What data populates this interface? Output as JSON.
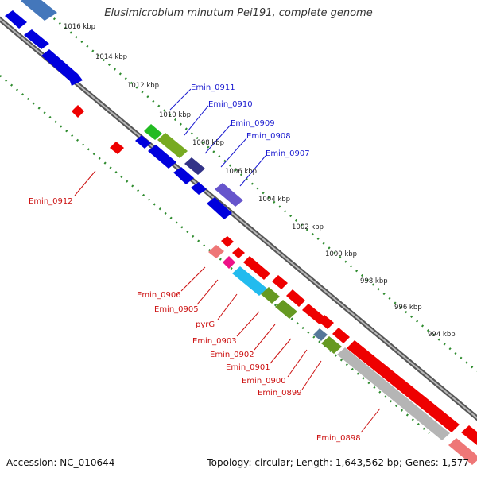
{
  "header": {
    "title": "Elusimicrobium minutum Pei191, complete genome"
  },
  "footer": {
    "accession": "Accession: NC_010644",
    "topology": "Topology: circular; Length: 1,643,562 bp; Genes: 1,577"
  },
  "colors": {
    "backbone": "#777777",
    "forward_dots": "#2e8b2e",
    "reverse_dots": "#2e8b2e",
    "forward_label": "#1a1ad0",
    "reverse_label": "#cc1111",
    "tick_text": "#222222"
  },
  "axis": {
    "ticks": [
      {
        "kbp": 1016,
        "label": "1016 kbp"
      },
      {
        "kbp": 1014,
        "label": "1014 kbp"
      },
      {
        "kbp": 1012,
        "label": "1012 kbp"
      },
      {
        "kbp": 1010,
        "label": "1010 kbp"
      },
      {
        "kbp": 1008,
        "label": "1008 kbp"
      },
      {
        "kbp": 1006,
        "label": "1006 kbp"
      },
      {
        "kbp": 1004,
        "label": "1004 kbp"
      },
      {
        "kbp": 1002,
        "label": "1002 kbp"
      },
      {
        "kbp": 1000,
        "label": "1000 kbp"
      },
      {
        "kbp": 998,
        "label": "998 kbp"
      },
      {
        "kbp": 996,
        "label": "996 kbp"
      },
      {
        "kbp": 994,
        "label": "994 kbp"
      }
    ]
  },
  "genes": [
    {
      "name": "Emin_0911",
      "strand": "forward",
      "color": "#0000dd",
      "labeled": true
    },
    {
      "name": "Emin_0910",
      "strand": "forward",
      "color": "#22bb22",
      "labeled": true
    },
    {
      "name": "Emin_0909",
      "strand": "forward",
      "color": "#77aa22",
      "labeled": true
    },
    {
      "name": "Emin_0908",
      "strand": "forward",
      "color": "#333388",
      "labeled": true
    },
    {
      "name": "Emin_0907",
      "strand": "forward",
      "color": "#6655cc",
      "labeled": true
    },
    {
      "name": "Emin_0912",
      "strand": "reverse",
      "color": "#ee0000",
      "labeled": true
    },
    {
      "name": "Emin_0906",
      "strand": "reverse",
      "color": "#ee7777",
      "labeled": true
    },
    {
      "name": "Emin_0905",
      "strand": "reverse",
      "color": "#ee1188",
      "labeled": true
    },
    {
      "name": "pyrG",
      "strand": "reverse",
      "color": "#22bbee",
      "labeled": true
    },
    {
      "name": "Emin_0903",
      "strand": "reverse",
      "color": "#669922",
      "labeled": true
    },
    {
      "name": "Emin_0902",
      "strand": "reverse",
      "color": "#669922",
      "labeled": true
    },
    {
      "name": "Emin_0901",
      "strand": "reverse",
      "color": "#ee0000",
      "labeled": true
    },
    {
      "name": "Emin_0900",
      "strand": "reverse",
      "color": "#557799",
      "labeled": true
    },
    {
      "name": "Emin_0899",
      "strand": "reverse",
      "color": "#669922",
      "labeled": true
    },
    {
      "name": "Emin_0898",
      "strand": "reverse",
      "color": "#aaaaaa",
      "labeled": true
    }
  ]
}
